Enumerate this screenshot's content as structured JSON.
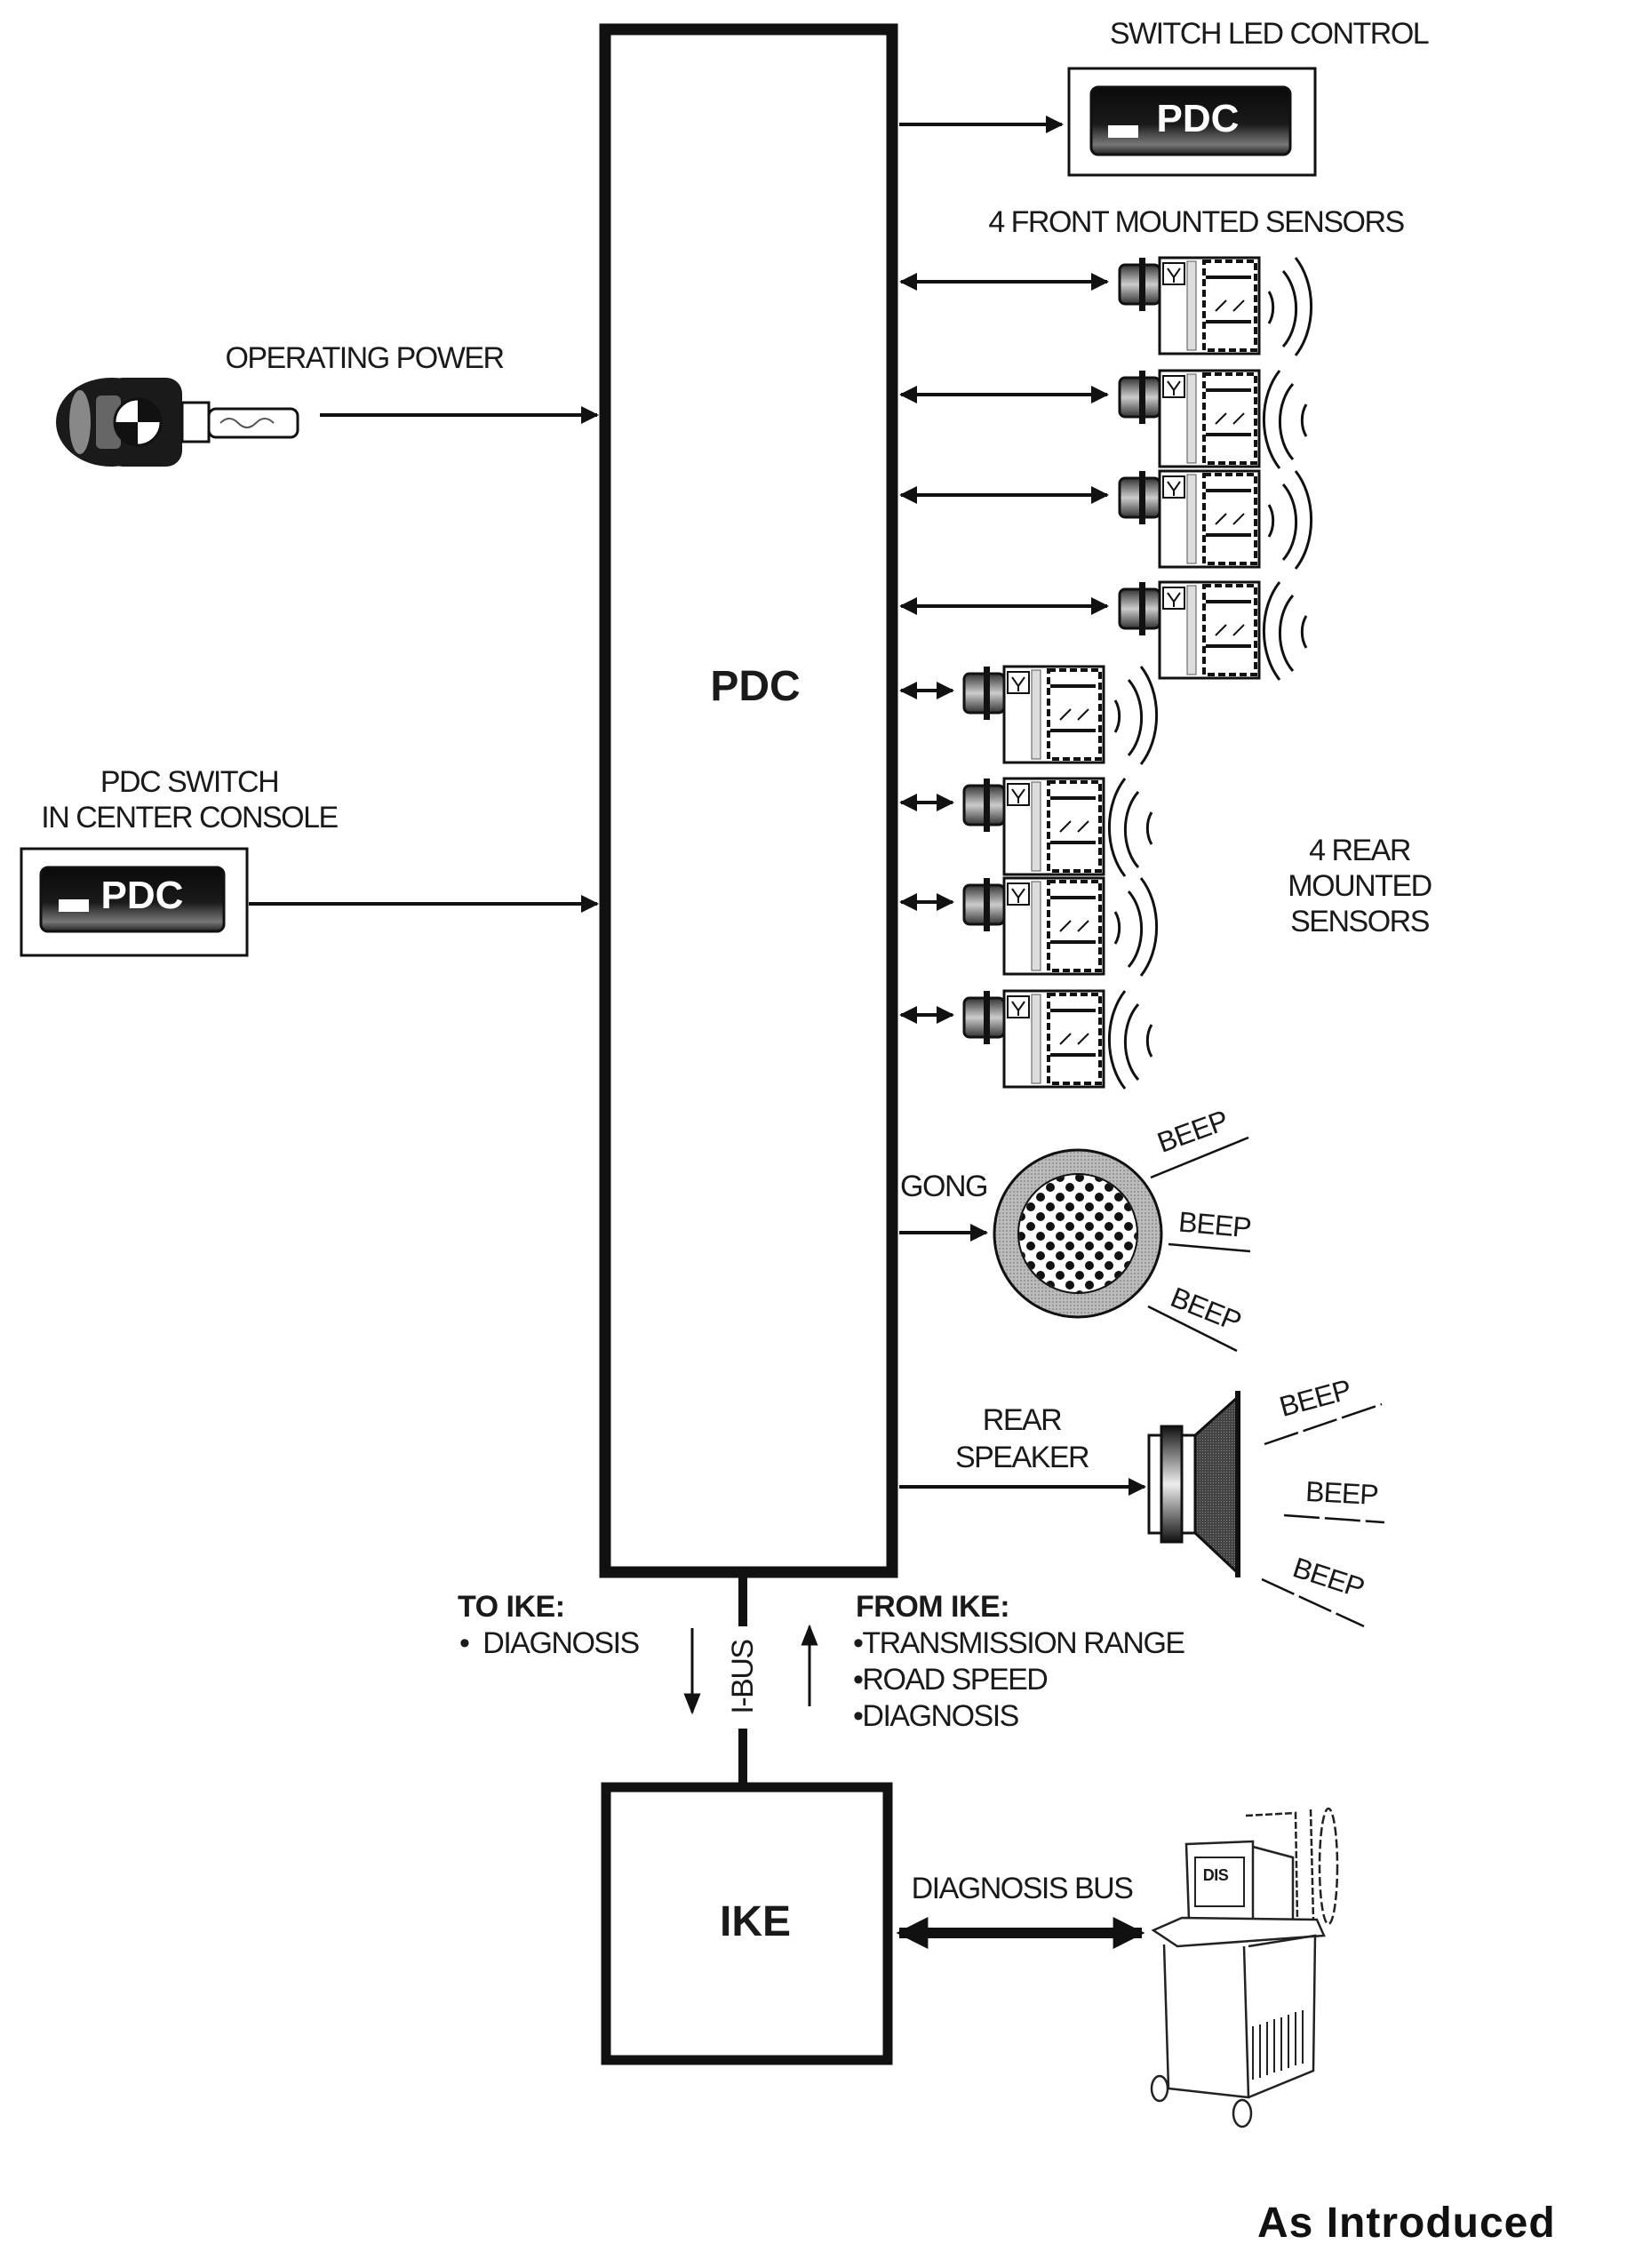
{
  "diagram": {
    "title": "PDC system block diagram",
    "modules": {
      "pdc": "PDC",
      "ike": "IKE"
    },
    "inputs": {
      "operating_power": "OPERATING POWER",
      "pdc_switch_line1": "PDC SWITCH",
      "pdc_switch_line2": "IN CENTER CONSOLE",
      "switch_button_label": "PDC"
    },
    "outputs": {
      "switch_led_control": "SWITCH LED CONTROL",
      "switch_led_button_label": "PDC",
      "front_sensors_label": "4 FRONT MOUNTED SENSORS",
      "rear_sensors_label": [
        "4 REAR",
        "MOUNTED",
        "SENSORS"
      ],
      "gong_label": "GONG",
      "rear_speaker_label": [
        "REAR",
        "SPEAKER"
      ],
      "beep_text": "BEEP"
    },
    "bus": {
      "name": "I-BUS",
      "to_ike_title": "TO IKE:",
      "to_ike_items": [
        "DIAGNOSIS"
      ],
      "from_ike_title": "FROM IKE:",
      "from_ike_items": [
        "TRANSMISSION RANGE",
        "ROAD SPEED",
        "DIAGNOSIS"
      ],
      "diagnosis_bus": "DIAGNOSIS BUS",
      "tester_screen_label": "DIS"
    },
    "footer": "As Introduced",
    "counts": {
      "front_sensors": 4,
      "rear_sensors": 4
    },
    "icons": [
      "car-key-icon",
      "pdc-switch-icon",
      "ultrasonic-sensor-icon",
      "gong-icon",
      "speaker-icon",
      "dis-tester-icon"
    ]
  }
}
